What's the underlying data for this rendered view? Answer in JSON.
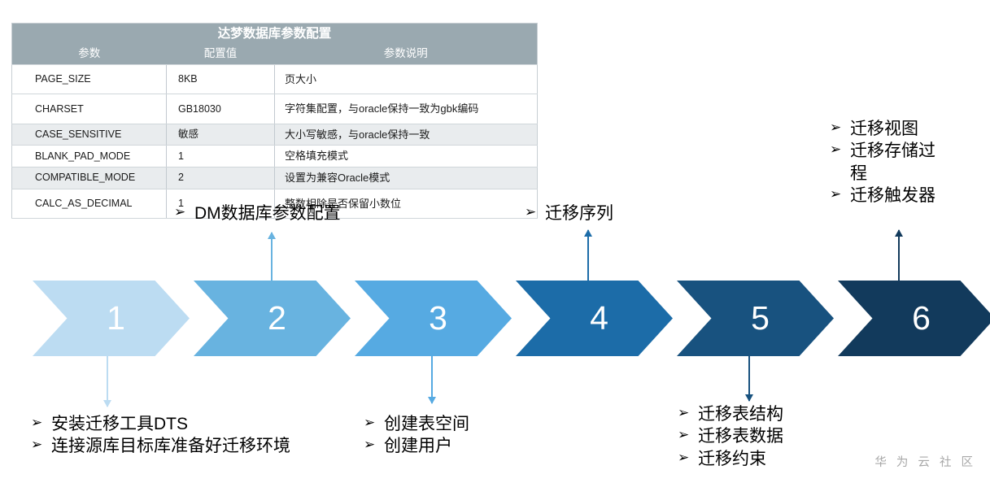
{
  "table": {
    "title": "达梦数据库参数配置",
    "headers": [
      "参数",
      "配置值",
      "参数说明"
    ],
    "rows": [
      {
        "name": "PAGE_SIZE",
        "value": "8KB",
        "desc": "页大小"
      },
      {
        "name": "CHARSET",
        "value": "GB18030",
        "desc": "字符集配置，与oracle保持一致为gbk编码"
      },
      {
        "name": "CASE_SENSITIVE",
        "value": "敏感",
        "desc": "大小写敏感，与oracle保持一致"
      },
      {
        "name": "BLANK_PAD_MODE",
        "value": "1",
        "desc": "空格填充模式"
      },
      {
        "name": "COMPATIBLE_MODE",
        "value": "2",
        "desc": "设置为兼容Oracle模式"
      },
      {
        "name": "CALC_AS_DECIMAL",
        "value": "1",
        "desc": "整数相除是否保留小数位"
      }
    ]
  },
  "flow": {
    "steps": [
      {
        "number": "1",
        "color": "#bcdcf2"
      },
      {
        "number": "2",
        "color": "#68b3e0"
      },
      {
        "number": "3",
        "color": "#56aae2"
      },
      {
        "number": "4",
        "color": "#1c6ca8"
      },
      {
        "number": "5",
        "color": "#18527f"
      },
      {
        "number": "6",
        "color": "#123a5c"
      }
    ]
  },
  "annotations": {
    "step1": {
      "items": [
        "安装迁移工具DTS",
        "连接源库目标库准备好迁移环境"
      ]
    },
    "step2": {
      "items": [
        "DM数据库参数配置"
      ]
    },
    "step3": {
      "items": [
        "创建表空间",
        "创建用户"
      ]
    },
    "step4": {
      "items": [
        "迁移序列"
      ]
    },
    "step5": {
      "items": [
        "迁移表结构",
        "迁移表数据",
        "迁移约束"
      ]
    },
    "step6": {
      "items": [
        "迁移视图",
        "迁移存储过\n程",
        "迁移触发器"
      ]
    }
  },
  "bullet_glyph": "➢",
  "watermark": "华 为 云 社 区"
}
